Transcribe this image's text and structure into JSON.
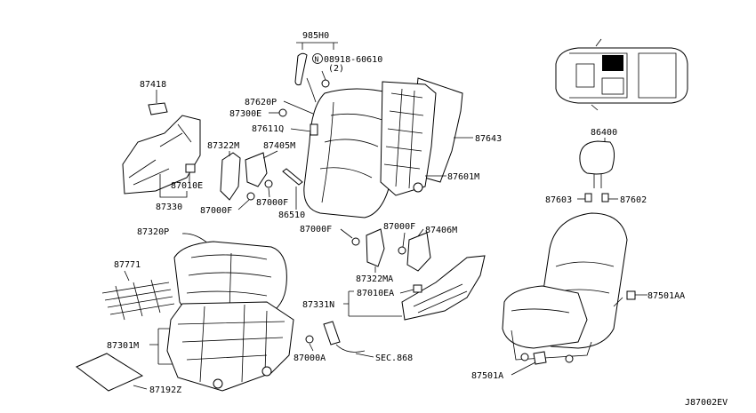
{
  "diagram_code": "J87002EV",
  "labels": {
    "p985H0": "985H0",
    "p08918": "08918-60610",
    "p08918_qty": "(2)",
    "nut_symbol": "N",
    "p87418": "87418",
    "p87620P": "87620P",
    "p87300E": "87300E",
    "p87611Q": "87611Q",
    "p87643": "87643",
    "p87322M": "87322M",
    "p87405M": "87405M",
    "p87010E": "87010E",
    "p87330": "87330",
    "p87000F_a": "87000F",
    "p87000F_b": "87000F",
    "p86510": "86510",
    "p87601M": "87601M",
    "p86400": "86400",
    "p87603": "87603",
    "p87602": "87602",
    "p87320P": "87320P",
    "p87000F_c": "87000F",
    "p87000F_d": "87000F",
    "p87406M": "87406M",
    "p87771": "87771",
    "p87322MA": "87322MA",
    "p87010EA": "87010EA",
    "p87331N": "87331N",
    "p87501AA": "87501AA",
    "p87301M": "87301M",
    "p87000A": "87000A",
    "pSEC868": "SEC.868",
    "p87192Z": "87192Z",
    "p87501A": "87501A"
  },
  "colors": {
    "line": "#000000",
    "background": "#ffffff"
  }
}
